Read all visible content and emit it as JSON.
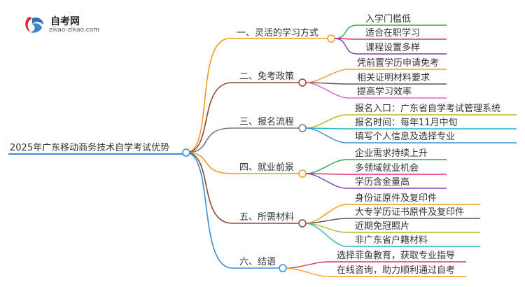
{
  "logo": {
    "title": "自考网",
    "subtitle": "zikao-zikao.com"
  },
  "root": {
    "label": "2025年广东移动商务技术自学考试优势",
    "color": "#3b8ed6"
  },
  "branches": [
    {
      "label": "一、灵活的学习方式",
      "color": "#f29a1f",
      "leaves": [
        {
          "label": "入学门槛低",
          "color": "#2ba84a"
        },
        {
          "label": "适合在职学习",
          "color": "#e0306a"
        },
        {
          "label": "课程设置多样",
          "color": "#7a3fb8"
        }
      ]
    },
    {
      "label": "二、免考政策",
      "color": "#8b4a34",
      "leaves": [
        {
          "label": "凭前置学历申请免考",
          "color": "#f29a1f"
        },
        {
          "label": "相关证明材料要求",
          "color": "#5a5a5a"
        },
        {
          "label": "提高学习效率",
          "color": "#e066c8"
        }
      ]
    },
    {
      "label": "三、报名流程",
      "color": "#7a7a7a",
      "leaves": [
        {
          "label": "报名入口：广东省自学考试管理系统",
          "color": "#b5b52a"
        },
        {
          "label": "报名时间：每年11月中旬",
          "color": "#25b4c9"
        },
        {
          "label": "填写个人信息及选择专业",
          "color": "#3b8ed6"
        }
      ]
    },
    {
      "label": "四、就业前景",
      "color": "#f29a1f",
      "leaves": [
        {
          "label": "企业需求持续上升",
          "color": "#2ba84a"
        },
        {
          "label": "多领域就业机会",
          "color": "#e0306a"
        },
        {
          "label": "学历含金量高",
          "color": "#7a3fb8"
        }
      ]
    },
    {
      "label": "五、所需材料",
      "color": "#8b4a34",
      "leaves": [
        {
          "label": "身份证原件及复印件",
          "color": "#f29a1f"
        },
        {
          "label": "大专学历证书原件及复印件",
          "color": "#5a5a5a"
        },
        {
          "label": "近期免冠照片",
          "color": "#b5b52a"
        },
        {
          "label": "非广东省户籍材料",
          "color": "#25b4c9"
        }
      ]
    },
    {
      "label": "六、结语",
      "color": "#3b8ed6",
      "leaves": [
        {
          "label": "选择菲鱼教育，获取专业指导",
          "color": "#e0306a"
        },
        {
          "label": "在线咨询，助力顺利通过自考",
          "color": "#f29a1f"
        }
      ]
    }
  ]
}
